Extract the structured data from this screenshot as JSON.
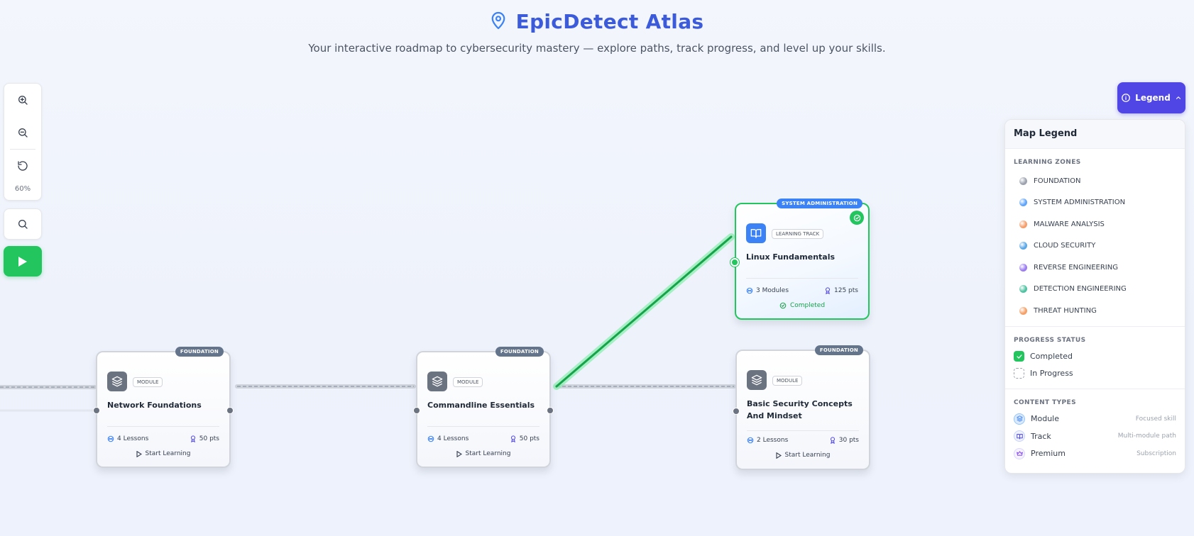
{
  "header": {
    "title": "EpicDetect Atlas",
    "subtitle": "Your interactive roadmap to cybersecurity mastery — explore paths, track progress, and level up your skills."
  },
  "toolbar": {
    "zoom_level": "60%"
  },
  "legend_button": {
    "label": "Legend"
  },
  "nodes": [
    {
      "zone": "FOUNDATION",
      "type": "MODULE",
      "title": "Network Foundations",
      "count": "4 Lessons",
      "points": "50 pts",
      "action": "Start Learning"
    },
    {
      "zone": "FOUNDATION",
      "type": "MODULE",
      "title": "Commandline Essentials",
      "count": "4 Lessons",
      "points": "50 pts",
      "action": "Start Learning"
    },
    {
      "zone": "SYSTEM ADMINISTRATION",
      "type": "LEARNING TRACK",
      "title": "Linux Fundamentals",
      "count": "3 Modules",
      "points": "125 pts",
      "action": "Completed"
    },
    {
      "zone": "FOUNDATION",
      "type": "MODULE",
      "title": "Basic Security Concepts And Mindset",
      "count": "2 Lessons",
      "points": "30 pts",
      "action": "Start Learning"
    }
  ],
  "legend": {
    "title": "Map Legend",
    "zones_title": "LEARNING ZONES",
    "zones": [
      {
        "label": "FOUNDATION",
        "color": "#9ca3af"
      },
      {
        "label": "SYSTEM ADMINISTRATION",
        "color": "#60a5fa"
      },
      {
        "label": "MALWARE ANALYSIS",
        "color": "#f59e6b"
      },
      {
        "label": "CLOUD SECURITY",
        "color": "#5ba8e8"
      },
      {
        "label": "REVERSE ENGINEERING",
        "color": "#9b7cf0"
      },
      {
        "label": "DETECTION ENGINEERING",
        "color": "#4fc3a1"
      },
      {
        "label": "THREAT HUNTING",
        "color": "#f5a067"
      }
    ],
    "status_title": "PROGRESS STATUS",
    "statuses": [
      {
        "label": "Completed"
      },
      {
        "label": "In Progress"
      }
    ],
    "types_title": "CONTENT TYPES",
    "types": [
      {
        "label": "Module",
        "desc": "Focused skill"
      },
      {
        "label": "Track",
        "desc": "Multi-module path"
      },
      {
        "label": "Premium",
        "desc": "Subscription"
      }
    ]
  },
  "colors": {
    "accent": "#4f46e5",
    "completed": "#22c55e",
    "title": "#3b5bdb"
  }
}
